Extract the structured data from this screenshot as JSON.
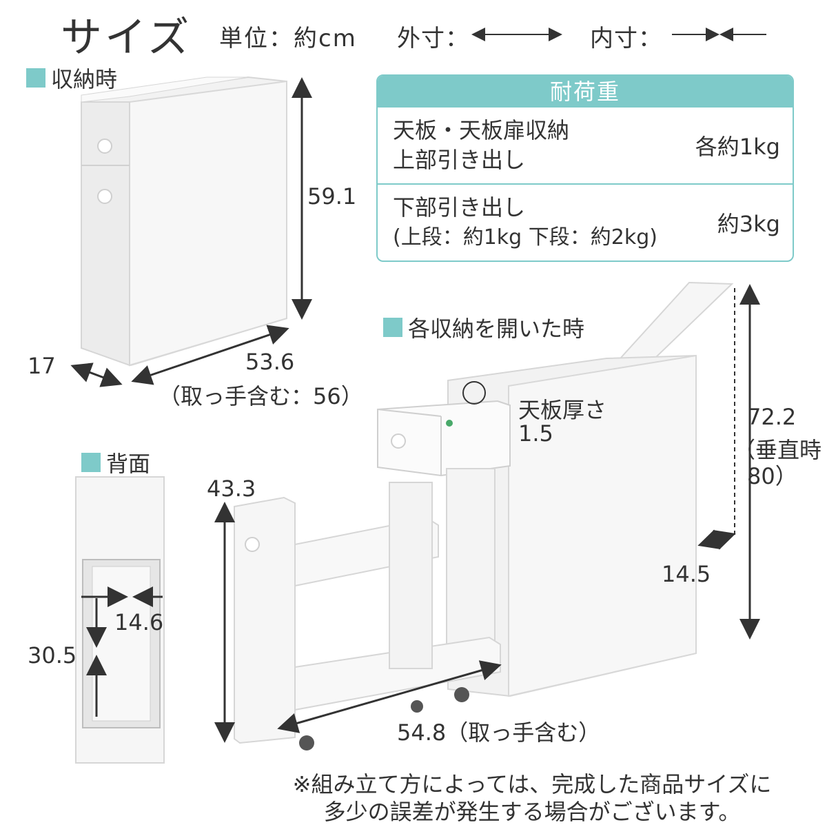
{
  "header": {
    "title": "サイズ",
    "unit": "単位：約cm",
    "outer_label": "外寸：",
    "inner_label": "内寸："
  },
  "sections": {
    "stored": "収納時",
    "open": "各収納を開いた時",
    "back": "背面"
  },
  "load_table": {
    "header": "耐荷重",
    "rows": [
      {
        "line1": "天板・天板扉収納",
        "line2": "上部引き出し",
        "value": "各約1kg"
      },
      {
        "line1": "下部引き出し",
        "line2": "(上段：約1kg 下段：約2kg)",
        "value": "約3kg"
      }
    ]
  },
  "dimensions": {
    "stored_height": "59.1",
    "stored_depth": "17",
    "stored_width": "53.6",
    "stored_width_note": "（取っ手含む：56）",
    "top_thickness_label": "天板厚さ",
    "top_thickness": "1.5",
    "open_height": "72.2",
    "open_height_note1": "（垂直時",
    "open_height_note2": "80）",
    "open_inner_depth": "14.5",
    "drawer_height": "43.3",
    "drawer_length": "54.8（取っ手含む）",
    "back_inner_width": "14.6",
    "back_inner_height": "30.5"
  },
  "note": {
    "line1": "※組み立て方によっては、完成した商品サイズに",
    "line2": "多少の誤差が発生する場合がございます。"
  },
  "colors": {
    "accent": "#7ecac9",
    "text": "#333333",
    "furniture": "#f4f4f4",
    "furniture_edge": "#d9d9d9"
  }
}
